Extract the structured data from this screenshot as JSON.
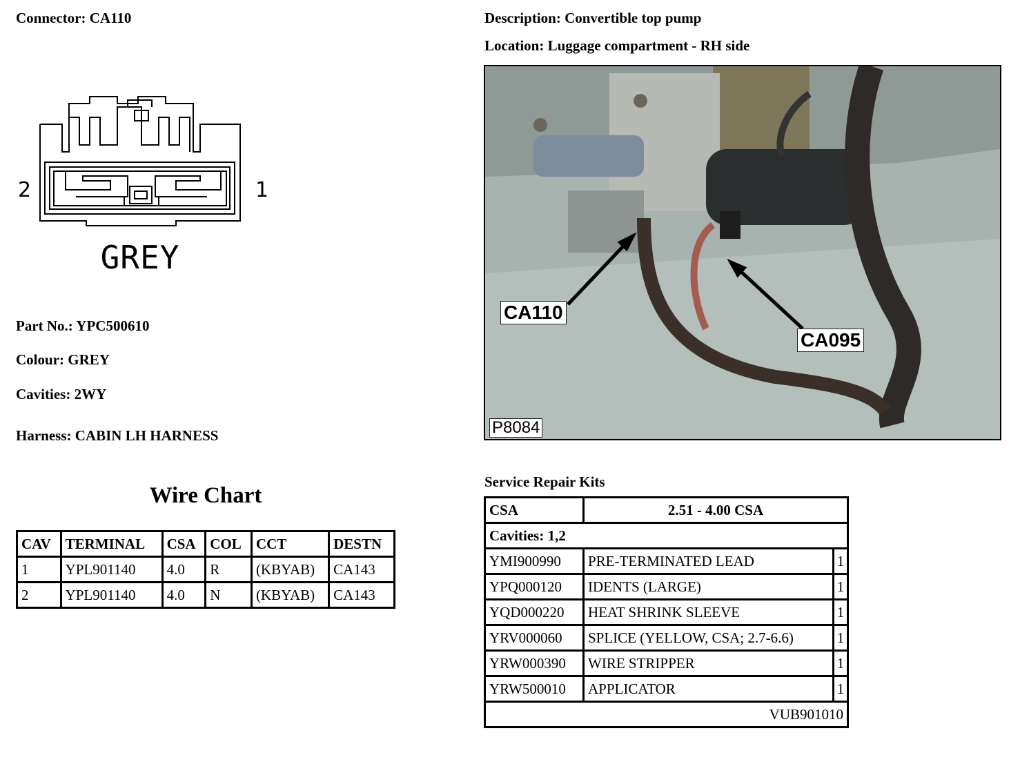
{
  "connector": {
    "label": "Connector:",
    "value": "CA110",
    "colour_text": "GREY",
    "pin_left": "2",
    "pin_right": "1"
  },
  "description": {
    "label": "Description:",
    "value": "Convertible top pump"
  },
  "location": {
    "label": "Location:",
    "value": "Luggage compartment - RH side"
  },
  "details": {
    "part_no": {
      "label": "Part No.:",
      "value": "YPC500610"
    },
    "colour": {
      "label": "Colour:",
      "value": "GREY"
    },
    "cavities": {
      "label": "Cavities:",
      "value": "2WY"
    },
    "harness": {
      "label": "Harness:",
      "value": "CABIN LH HARNESS"
    }
  },
  "wire_chart": {
    "title": "Wire Chart",
    "headers": [
      "CAV",
      "TERMINAL",
      "CSA",
      "COL",
      "CCT",
      "DESTN"
    ],
    "rows": [
      [
        "1",
        "YPL901140",
        "4.0",
        "R",
        "(KBYAB)",
        "CA143"
      ],
      [
        "2",
        "YPL901140",
        "4.0",
        "N",
        "(KBYAB)",
        "CA143"
      ]
    ]
  },
  "photo": {
    "callout_1": "CA110",
    "callout_2": "CA095",
    "code": "P8084"
  },
  "service_kits": {
    "title": "Service Repair Kits",
    "csa_label": "CSA",
    "csa_value": "2.51 - 4.00 CSA",
    "cavities": "Cavities: 1,2",
    "items": [
      [
        "YMI900990",
        "PRE-TERMINATED LEAD",
        "1"
      ],
      [
        "YPQ000120",
        "IDENTS (LARGE)",
        "1"
      ],
      [
        "YQD000220",
        "HEAT SHRINK SLEEVE",
        "1"
      ],
      [
        "YRV000060",
        "SPLICE (YELLOW, CSA; 2.7-6.6)",
        "1"
      ],
      [
        "YRW000390",
        "WIRE STRIPPER",
        "1"
      ],
      [
        "YRW500010",
        "APPLICATOR",
        "1"
      ]
    ],
    "kit_part": "VUB901010"
  }
}
